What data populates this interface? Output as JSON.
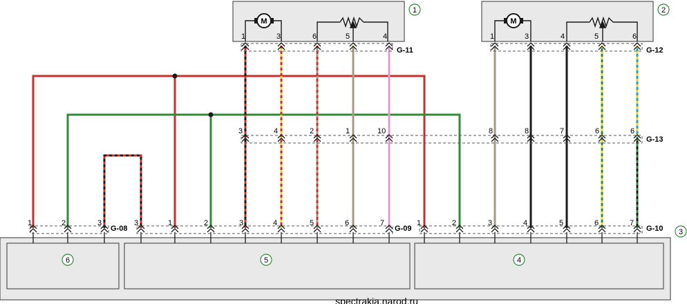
{
  "colors": {
    "red": "#c8302e",
    "green": "#2f8a3a",
    "black": "#1a1a1a",
    "yellow": "#e8d53a",
    "tan": "#a89a80",
    "pink": "#e39ad2",
    "teal": "#2a9fb0",
    "box_fill": "#e9e9e9",
    "circle_green": "#2f8a3a"
  },
  "components": {
    "motor1": {
      "number": "1",
      "motor_label": "M"
    },
    "motor2": {
      "number": "2",
      "motor_label": "M"
    },
    "control_unit": {
      "number": "3"
    },
    "block4": {
      "number": "4"
    },
    "block5": {
      "number": "5"
    },
    "block6": {
      "number": "6"
    }
  },
  "connectors": {
    "g11": {
      "label": "G-11",
      "pins": [
        "1",
        "3",
        "6",
        "5",
        "4"
      ]
    },
    "g12": {
      "label": "G-12",
      "pins": [
        "1",
        "3",
        "4",
        "5",
        "6"
      ]
    },
    "g13": {
      "label": "G-13",
      "pins": [
        "3",
        "4",
        "2",
        "1",
        "10",
        "8",
        "8",
        "7",
        "6",
        "6"
      ]
    },
    "g08": {
      "label": "G-08",
      "pins": [
        "1",
        "2",
        "3"
      ]
    },
    "g09": {
      "label": "G-09",
      "pins": [
        "3",
        "1",
        "2",
        "3",
        "4",
        "5",
        "6",
        "7"
      ]
    },
    "g10": {
      "label": "G-10",
      "pins": [
        "1",
        "2",
        "3",
        "4",
        "5",
        "6",
        "7"
      ]
    }
  },
  "watermark": "spectrakia.narod.ru"
}
